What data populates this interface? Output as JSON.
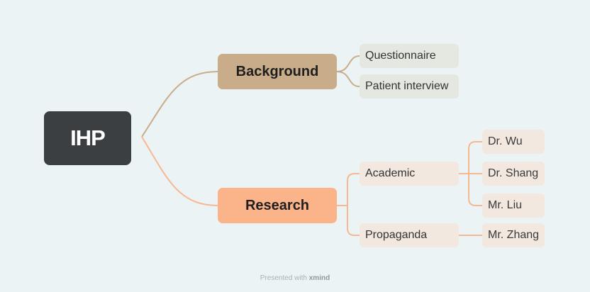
{
  "colors": {
    "background": "#ecf3f4",
    "root": "#3b3f42",
    "background_branch": "#c9ad8b",
    "research_branch": "#fbb38a",
    "background_link": "#c9ad8b",
    "research_link": "#f6b893"
  },
  "root": {
    "label": "IHP"
  },
  "branches": {
    "background": {
      "label": "Background",
      "children": [
        "Questionnaire",
        "Patient interview"
      ]
    },
    "research": {
      "label": "Research",
      "academic": {
        "label": "Academic",
        "children": [
          "Dr. Wu",
          "Dr. Shang",
          "Mr. Liu"
        ]
      },
      "propaganda": {
        "label": "Propaganda",
        "children": [
          "Mr. Zhang"
        ]
      }
    }
  },
  "footer": {
    "prefix": "Presented with",
    "brand": "xmind"
  }
}
